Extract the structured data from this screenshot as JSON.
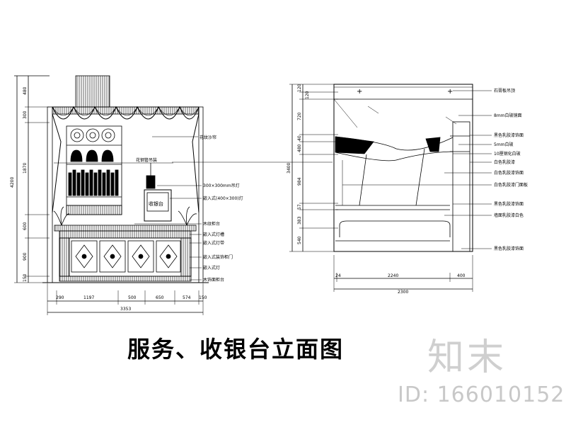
{
  "caption": "服务、收银台立面图",
  "watermark": {
    "brand": "知末",
    "id": "ID: 166010152"
  },
  "left_view": {
    "vertical_dims": [
      "4200",
      "480",
      "300",
      "1870",
      "600",
      "900",
      "150"
    ],
    "horizontal_dims": [
      "290",
      "1197",
      "500",
      "650",
      "574",
      "150"
    ],
    "overall_width": "3353",
    "labels": [
      "花紋沙帘",
      "花钢管吊装",
      "300×300mm吊灯",
      "嵌入式(400×300)灯",
      "木纹柜台",
      "嵌入式灯槽",
      "嵌入式灯带",
      "嵌入式装饰柜门",
      "嵌入式灯",
      "木饰面柜台"
    ],
    "cashier_text": "收银台"
  },
  "right_view": {
    "vertical_dims": [
      "3400",
      "120",
      "120",
      "720",
      "40",
      "480",
      "984",
      "57",
      "383",
      "540"
    ],
    "horizontal_dims": [
      "24",
      "2240",
      "400"
    ],
    "overall_width": "2300",
    "labels": [
      "石膏板吊顶",
      "8mm白玻镜面",
      "黑色乳胶漆饰面",
      "5mm白玻",
      "10厘钢化白玻",
      "白色乳胶漆",
      "白色乳胶漆饰面",
      "白色乳胶漆门面板",
      "黑色乳胶漆饰面",
      "墙面乳胶漆白色",
      "黑色乳胶漆饰面"
    ]
  }
}
